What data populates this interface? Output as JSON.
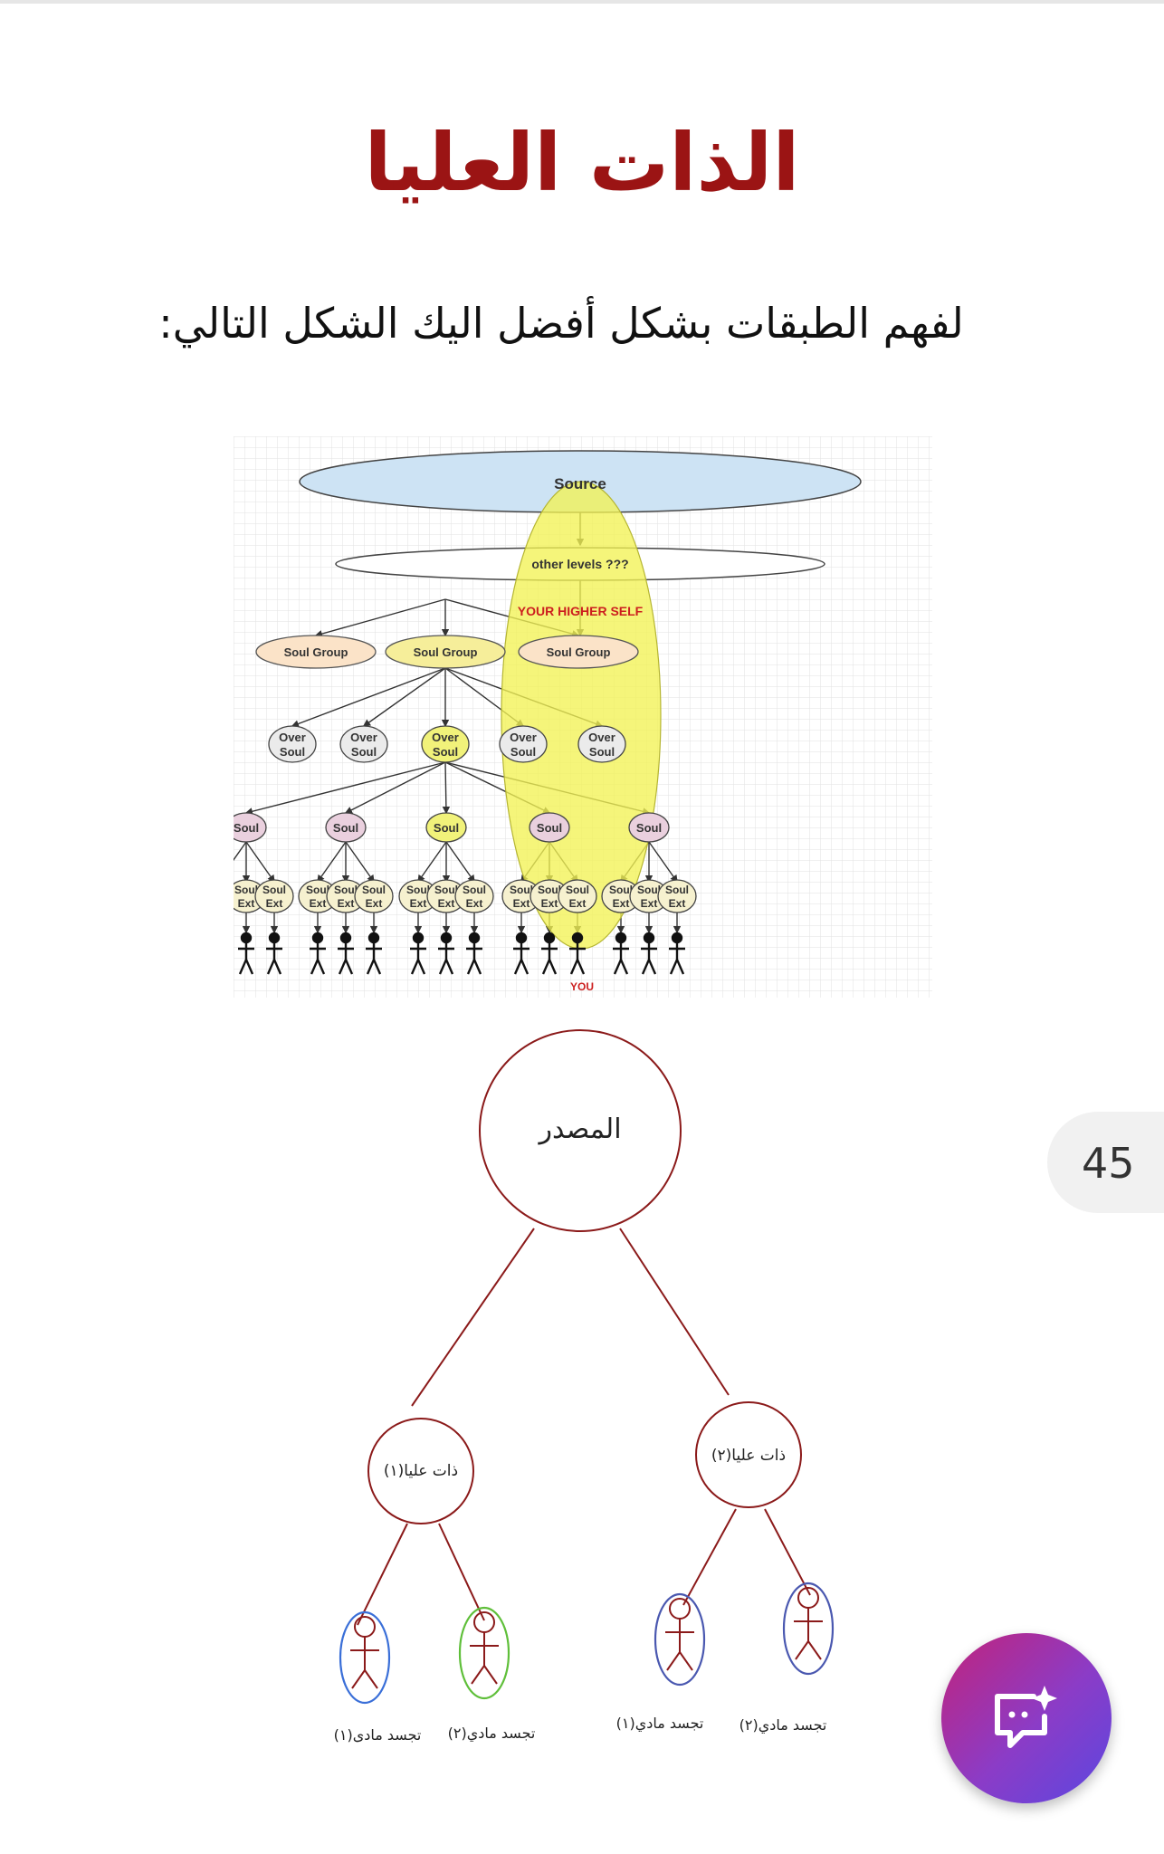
{
  "page": {
    "title": "الذات العليا",
    "subtitle": "لفهم الطبقات بشكل أفضل اليك الشكل التالي:",
    "page_number": "45"
  },
  "diagram1": {
    "source": "Source",
    "other_levels": "other levels ???",
    "higher_self": "YOUR HIGHER SELF",
    "soul_group": "Soul Group",
    "over": "Over",
    "soul": "Soul",
    "ext": "Ext",
    "you": "YOU"
  },
  "diagram2": {
    "source": "المصدر",
    "higher_self_1": "ذات عليا(١)",
    "higher_self_2": "ذات عليا(٢)",
    "incarnation_1": "تجسد مادي(١)",
    "incarnation_2": "تجسد مادي(٢)"
  },
  "colors": {
    "title": "#9b1414",
    "diagram_line": "#8b1a1a",
    "fab_gradient": [
      "#c2237a",
      "#5b47e0"
    ]
  },
  "fab": {
    "icon": "sparkle-chat-icon"
  }
}
